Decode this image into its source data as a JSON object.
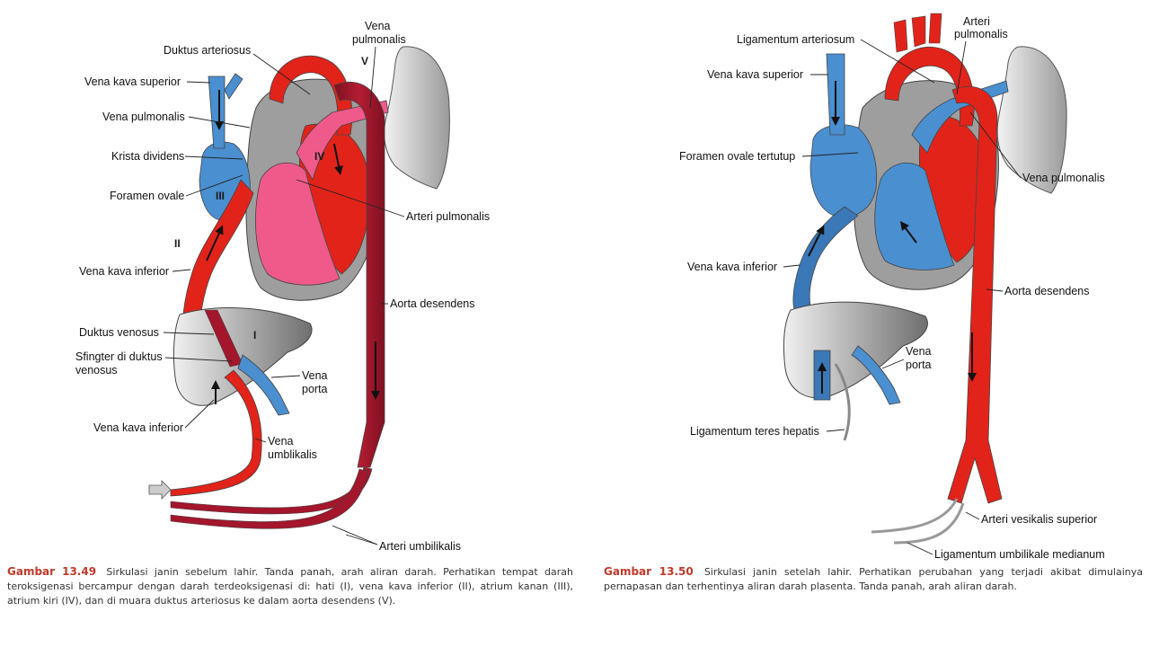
{
  "left": {
    "labels": {
      "duktus_arteriosus": "Duktus arteriosus",
      "vena_pulmonalis_top_1": "Vena",
      "vena_pulmonalis_top_2": "pulmonalis",
      "vena_kava_superior": "Vena kava superior",
      "vena_pulmonalis": "Vena pulmonalis",
      "krista_dividens": "Krista dividens",
      "foramen_ovale": "Foramen ovale",
      "arteri_pulmonalis": "Arteri pulmonalis",
      "vena_kava_inferior": "Vena kava inferior",
      "aorta_desendens": "Aorta desendens",
      "duktus_venosus": "Duktus venosus",
      "sfingter_1": "Sfingter di duktus",
      "sfingter_2": "venosus",
      "vena_porta_1": "Vena",
      "vena_porta_2": "porta",
      "vena_kava_inferior_2": "Vena kava inferior",
      "vena_umblikalis_1": "Vena",
      "vena_umblikalis_2": "umblikalis",
      "arteri_umbilikalis": "Arteri umbilikalis"
    },
    "roman": {
      "I": "I",
      "II": "II",
      "III": "III",
      "IV": "IV",
      "V": "V"
    },
    "caption": {
      "fig": "Gambar 13.49",
      "text": "Sirkulasi janin sebelum lahir. Tanda panah, arah aliran darah. Perhatikan tempat darah teroksigenasi bercampur dengan darah terdeoksigenasi di: hati (I), vena kava inferior (II), atrium kanan (III), atrium kiri (IV), dan di muara duktus arteriosus ke dalam aorta desendens (V)."
    }
  },
  "right": {
    "labels": {
      "ligamentum_arteriosum": "Ligamentum arteriosum",
      "arteri_pulmonalis_1": "Arteri",
      "arteri_pulmonalis_2": "pulmonalis",
      "vena_kava_superior": "Vena kava superior",
      "foramen_ovale_tertutup": "Foramen ovale tertutup",
      "vena_pulmonalis": "Vena pulmonalis",
      "vena_kava_inferior": "Vena kava inferior",
      "aorta_desendens": "Aorta desendens",
      "vena_porta_1": "Vena",
      "vena_porta_2": "porta",
      "ligamentum_teres": "Ligamentum teres hepatis",
      "arteri_vesikalis": "Arteri vesikalis superior",
      "ligamentum_umbilikale": "Ligamentum umbilikale medianum"
    },
    "caption": {
      "fig": "Gambar 13.50",
      "text": "Sirkulasi janin setelah lahir. Perhatikan perubahan yang terjadi akibat dimulainya pernapasan dan terhentinya aliran darah plasenta. Tanda panah, arah aliran darah."
    }
  },
  "colors": {
    "oxygenated": "#e2231a",
    "deoxygenated": "#4a8fd0",
    "mixed": "#ef5a8a",
    "dark_red": "#a3162c",
    "organ_gray": "#bfbfbf",
    "caption_fig": "#c0392b"
  }
}
